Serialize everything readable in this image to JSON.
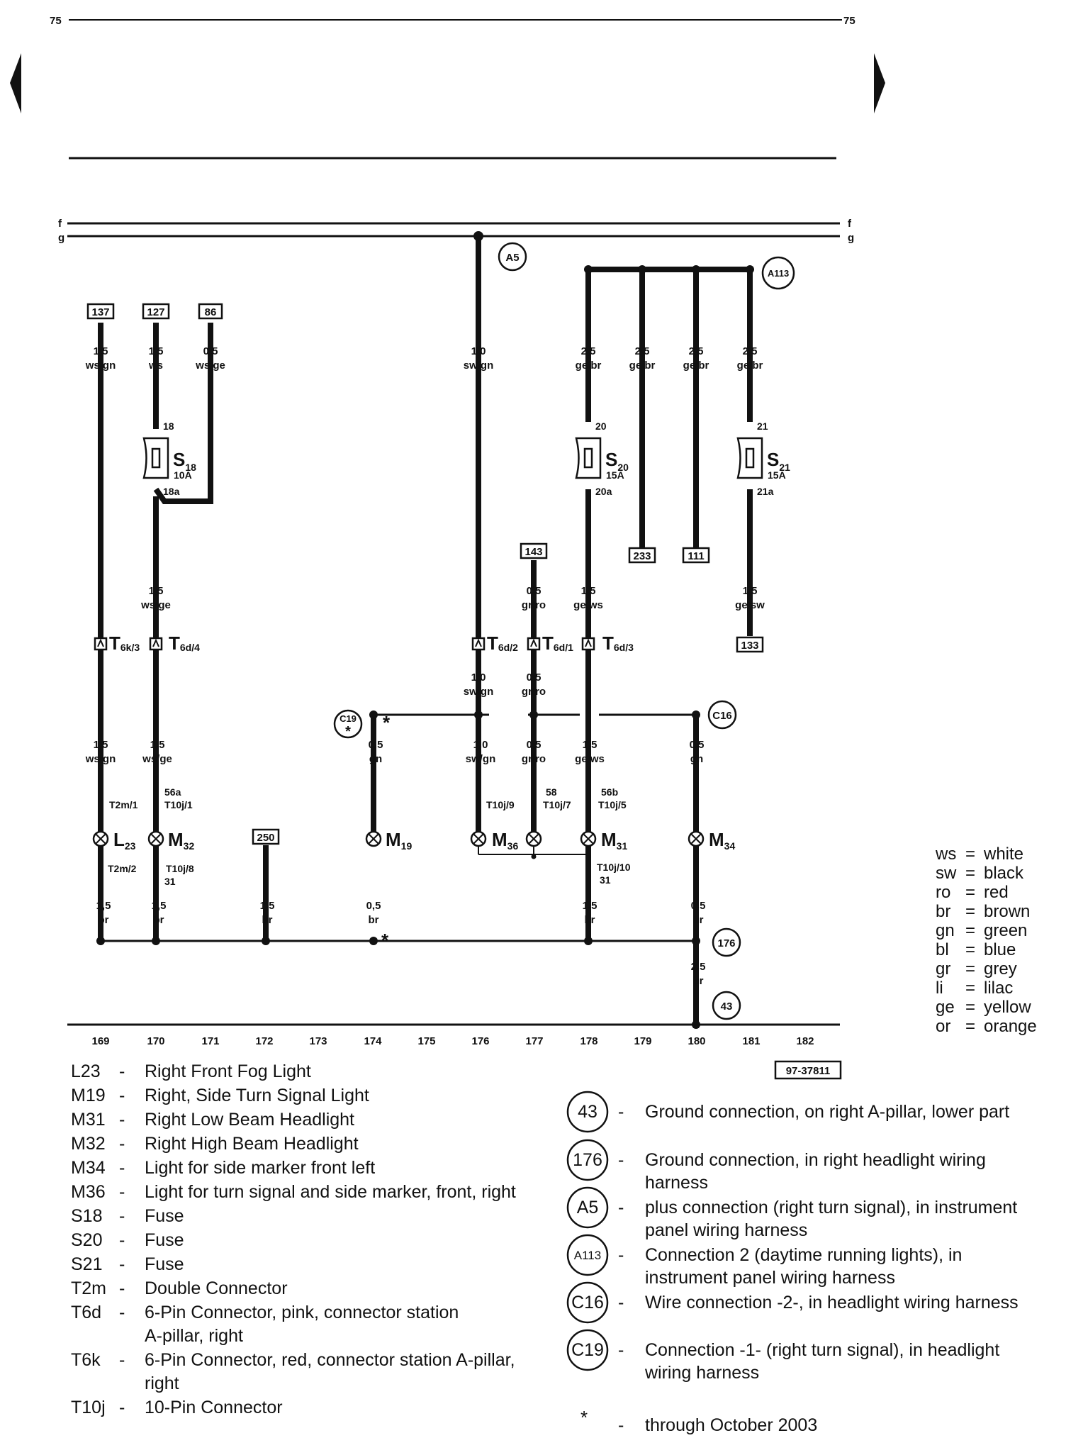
{
  "page": {
    "left_number": "75",
    "right_number": "75"
  },
  "bus": {
    "top_label": "f",
    "bottom_label": "g"
  },
  "terminals": [
    {
      "id": "t137",
      "text": "137"
    },
    {
      "id": "t127",
      "text": "127"
    },
    {
      "id": "t86",
      "text": "86"
    },
    {
      "id": "t143",
      "text": "143"
    },
    {
      "id": "t233",
      "text": "233"
    },
    {
      "id": "t111",
      "text": "111"
    },
    {
      "id": "t133",
      "text": "133"
    },
    {
      "id": "t250",
      "text": "250"
    }
  ],
  "circles": {
    "A5": "A5",
    "A113": "A113",
    "C19": "C19",
    "C16": "C16",
    "g176": "176",
    "g43": "43"
  },
  "wire_labels": {
    "w137": {
      "size": "1,5",
      "color": "ws/gn"
    },
    "w127": {
      "size": "1,5",
      "color": "ws"
    },
    "w86": {
      "size": "0,5",
      "color": "ws/ge"
    },
    "wA5": {
      "size": "1,0",
      "color": "sw/gn"
    },
    "wA1": {
      "size": "2,5",
      "color": "ge/br"
    },
    "wA2": {
      "size": "2,5",
      "color": "ge/br"
    },
    "wA3": {
      "size": "2,5",
      "color": "ge/br"
    },
    "wA4": {
      "size": "2,5",
      "color": "ge/br"
    },
    "w170b": {
      "size": "1,5",
      "color": "ws/ge"
    },
    "w143": {
      "size": "0,5",
      "color": "gr/ro"
    },
    "w20a": {
      "size": "1,5",
      "color": "ge/ws"
    },
    "w21a": {
      "size": "1,5",
      "color": "ge/sw"
    },
    "w176b": {
      "size": "1,0",
      "color": "sw/gn"
    },
    "w177b": {
      "size": "0,5",
      "color": "gr/ro"
    },
    "w169c": {
      "size": "1,5",
      "color": "ws/gn"
    },
    "w170c": {
      "size": "1,5",
      "color": "ws/ge"
    },
    "w174c": {
      "size": "0,5",
      "color": "gn"
    },
    "w176c": {
      "size": "1,0",
      "color": "sw/gn"
    },
    "w177c": {
      "size": "0,5",
      "color": "gr/ro"
    },
    "w178c": {
      "size": "1,5",
      "color": "ge/ws"
    },
    "w180c": {
      "size": "0,5",
      "color": "gn"
    },
    "g169": {
      "size": "1,5",
      "color": "br"
    },
    "g170": {
      "size": "1,5",
      "color": "br"
    },
    "g172": {
      "size": "1,5",
      "color": "br"
    },
    "g174": {
      "size": "0,5",
      "color": "br"
    },
    "g178": {
      "size": "1,5",
      "color": "br"
    },
    "g180": {
      "size": "0,5",
      "color": "br"
    },
    "g180b": {
      "size": "2,5",
      "color": "br"
    }
  },
  "fuses": {
    "S18": {
      "name": "S",
      "sub": "18",
      "rating": "10A",
      "pin_in": "18",
      "pin_out": "18a"
    },
    "S20": {
      "name": "S",
      "sub": "20",
      "rating": "15A",
      "pin_in": "20",
      "pin_out": "20a"
    },
    "S21": {
      "name": "S",
      "sub": "21",
      "rating": "15A",
      "pin_in": "21",
      "pin_out": "21a"
    }
  },
  "connectors": {
    "T6k3": {
      "name": "T",
      "sub": "6k/3"
    },
    "T6d4": {
      "name": "T",
      "sub": "6d/4"
    },
    "T6d2": {
      "name": "T",
      "sub": "6d/2"
    },
    "T6d1": {
      "name": "T",
      "sub": "6d/1"
    },
    "T6d3": {
      "name": "T",
      "sub": "6d/3"
    }
  },
  "pins": {
    "p169a": "T2m/1",
    "p169b": "T2m/2",
    "p170a1": "56a",
    "p170a2": "T10j/1",
    "p170b1": "T10j/8",
    "p170b2": "31",
    "p176a": "T10j/9",
    "p177a1": "58",
    "p177a2": "T10j/7",
    "p178a1": "56b",
    "p178a2": "T10j/5",
    "p178b1": "T10j/10",
    "p178b2": "31"
  },
  "lamps": {
    "L23": {
      "name": "L",
      "sub": "23"
    },
    "M32": {
      "name": "M",
      "sub": "32"
    },
    "M19": {
      "name": "M",
      "sub": "19"
    },
    "M36": {
      "name": "M",
      "sub": "36"
    },
    "M31": {
      "name": "M",
      "sub": "31"
    },
    "M34": {
      "name": "M",
      "sub": "34"
    }
  },
  "asterisk": "*",
  "columns": [
    "169",
    "170",
    "171",
    "172",
    "173",
    "174",
    "175",
    "176",
    "177",
    "178",
    "179",
    "180",
    "181",
    "182"
  ],
  "figure_id": "97-37811",
  "color_legend": [
    {
      "code": "ws",
      "sep": "=",
      "name": "white"
    },
    {
      "code": "sw",
      "sep": "=",
      "name": "black"
    },
    {
      "code": "ro",
      "sep": "=",
      "name": "red"
    },
    {
      "code": "br",
      "sep": "=",
      "name": "brown"
    },
    {
      "code": "gn",
      "sep": "=",
      "name": "green"
    },
    {
      "code": "bl",
      "sep": "=",
      "name": "blue"
    },
    {
      "code": "gr",
      "sep": "=",
      "name": "grey"
    },
    {
      "code": "li",
      "sep": "=",
      "name": "lilac"
    },
    {
      "code": "ge",
      "sep": "=",
      "name": "yellow"
    },
    {
      "code": "or",
      "sep": "=",
      "name": "orange"
    }
  ],
  "components": [
    {
      "code": "L23",
      "dash": "-",
      "lines": [
        "Right Front Fog Light"
      ]
    },
    {
      "code": "M19",
      "dash": "-",
      "lines": [
        "Right, Side Turn Signal Light"
      ]
    },
    {
      "code": "M31",
      "dash": "-",
      "lines": [
        "Right Low Beam Headlight"
      ]
    },
    {
      "code": "M32",
      "dash": "-",
      "lines": [
        "Right High Beam Headlight"
      ]
    },
    {
      "code": "M34",
      "dash": "-",
      "lines": [
        "Light for side marker front left"
      ]
    },
    {
      "code": "M36",
      "dash": "-",
      "lines": [
        "Light for turn signal and side marker, front, right"
      ]
    },
    {
      "code": "S18",
      "dash": "-",
      "lines": [
        "Fuse"
      ]
    },
    {
      "code": "S20",
      "dash": "-",
      "lines": [
        "Fuse"
      ]
    },
    {
      "code": "S21",
      "dash": "-",
      "lines": [
        "Fuse"
      ]
    },
    {
      "code": "T2m",
      "dash": "-",
      "lines": [
        "Double Connector"
      ]
    },
    {
      "code": "T6d",
      "dash": "-",
      "lines": [
        "6-Pin Connector, pink, connector station",
        "A-pillar, right"
      ]
    },
    {
      "code": "T6k",
      "dash": "-",
      "lines": [
        "6-Pin Connector, red, connector station A-pillar,",
        "right"
      ]
    },
    {
      "code": "T10j",
      "dash": "-",
      "lines": [
        "10-Pin Connector"
      ]
    }
  ],
  "connections": [
    {
      "symbol": "43",
      "dash": "-",
      "lines": [
        "Ground connection, on right A-pillar, lower part"
      ]
    },
    {
      "symbol": "176",
      "dash": "-",
      "lines": [
        "Ground connection, in right headlight wiring",
        "harness"
      ]
    },
    {
      "symbol": "A5",
      "dash": "-",
      "lines": [
        "plus connection (right turn signal), in instrument",
        "panel wiring harness"
      ]
    },
    {
      "symbol": "A113",
      "dash": "-",
      "lines": [
        "Connection 2 (daytime running lights), in",
        "instrument panel wiring harness"
      ]
    },
    {
      "symbol": "C16",
      "dash": "-",
      "lines": [
        "Wire connection -2-, in headlight wiring harness"
      ]
    },
    {
      "symbol": "C19",
      "dash": "-",
      "lines": [
        "Connection -1- (right turn signal), in headlight",
        "wiring harness"
      ]
    }
  ],
  "footnote": {
    "symbol": "*",
    "dash": "-",
    "text": "through October 2003"
  }
}
